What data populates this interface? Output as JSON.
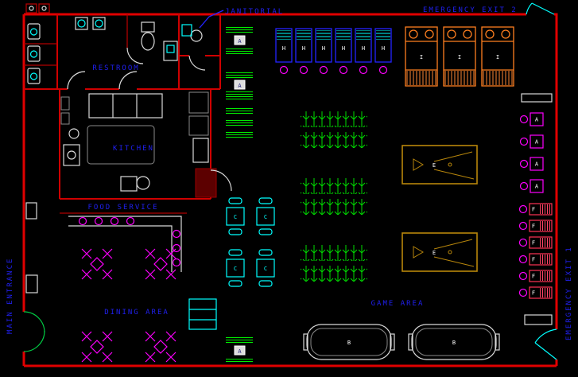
{
  "drawing": {
    "area_labels": {
      "janitorial": "JANITORIAL",
      "emergency_exit_2": "EMERGENCY EXIT 2",
      "restroom": "RESTROOM",
      "kitchen": "KITCHEN",
      "food_service": "FOOD SERVICE",
      "dining_area": "DINING AREA",
      "main_entrance": "MAIN ENTRANCE",
      "game_area": "GAME AREA",
      "emergency_exit_1": "EMERGENCY EXIT 1"
    },
    "machine_labels": {
      "bench": "A",
      "air_hockey": "B",
      "cafe_table": "C",
      "pool_table": "E",
      "arcade_f": "F",
      "arcade_h": "H",
      "arcade_i": "I"
    },
    "palette": {
      "background": "#000000",
      "wall_red": "#e00000",
      "label_blue": "#2020ee",
      "fixture_cyan": "#00ffff",
      "seating_green": "#00cc44",
      "stool_magenta": "#ff00ff",
      "machine_orange": "#ff7f1f",
      "pool_tan": "#b8860b",
      "machine_pink": "#ff3355",
      "fixture_white": "#d9d9d9"
    }
  }
}
